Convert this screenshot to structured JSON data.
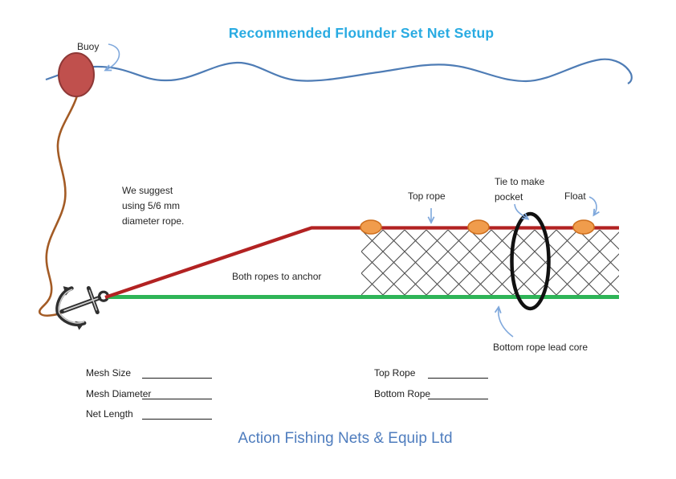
{
  "title": "Recommended Flounder Set Net Setup",
  "footer": "Action Fishing Nets & Equip Ltd",
  "diagram": {
    "labels": {
      "buoy": "Buoy",
      "rope_suggestion": "We suggest\nusing 5/6 mm\ndiameter rope.",
      "both_ropes": "Both ropes to anchor",
      "top_rope": "Top rope",
      "tie_pocket": "Tie to make\npocket",
      "float": "Float",
      "bottom_rope": "Bottom rope lead core"
    },
    "colors": {
      "title_text": "#29ABE2",
      "footer_text": "#4F7DBE",
      "top_rope": "#B22222",
      "bottom_rope": "#2EB457",
      "float_fill": "#F09C4C",
      "float_stroke": "#CE6F1E",
      "buoy_fill": "#C0504D",
      "buoy_stroke": "#8E3836",
      "water_line": "#4E7CB5",
      "buoy_rope": "#A35B25",
      "mesh_line": "#4d4d4d",
      "arrow": "#7FA8DC",
      "pocket_tie": "#111111"
    }
  },
  "form": {
    "left": [
      {
        "label": "Mesh Size",
        "value": ""
      },
      {
        "label": "Mesh Diameter",
        "value": ""
      },
      {
        "label": "Net Length",
        "value": ""
      }
    ],
    "right": [
      {
        "label": "Top Rope",
        "value": ""
      },
      {
        "label": "Bottom Rope",
        "value": ""
      }
    ]
  }
}
